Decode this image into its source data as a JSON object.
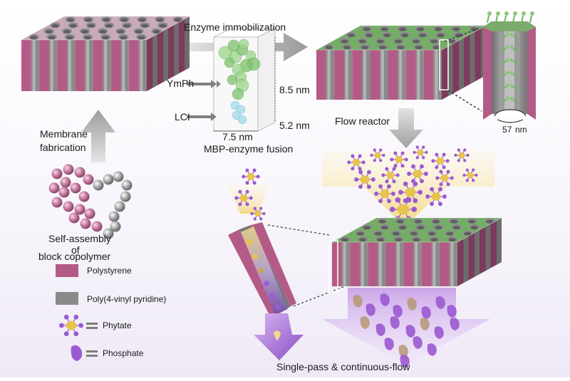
{
  "colors": {
    "polystyrene": "#b35b86",
    "p4vp": "#8a8a8a",
    "enzyme_green": "#6fb562",
    "phytate": "#e8c44a",
    "phosphate": "#9b59d0",
    "arrow_gray": "#a9a9a9"
  },
  "labels": {
    "enzyme_immobilization": "Enzyme immobilization",
    "ymph": "YmPh",
    "lci": "LCI",
    "dim_height": "8.5 nm",
    "dim_width": "7.5 nm",
    "dim_depth": "5.2 nm",
    "mbp_fusion": "MBP-enzyme fusion",
    "membrane_fabrication_1": "Membrane",
    "membrane_fabrication_2": "fabrication",
    "flow_reactor": "Flow reactor",
    "pore_size_value": "57",
    "pore_size_unit": "nm",
    "self_assembly_1": "Self-assembly",
    "self_assembly_2": "of",
    "self_assembly_3": "block copolymer",
    "single_pass": "Single-pass & continuous-flow"
  },
  "legend": {
    "polystyrene": "Polystyrene",
    "p4vp": "Poly(4-vinyl pyridine)",
    "phytate": "Phytate",
    "phosphate": "Phosphate"
  }
}
